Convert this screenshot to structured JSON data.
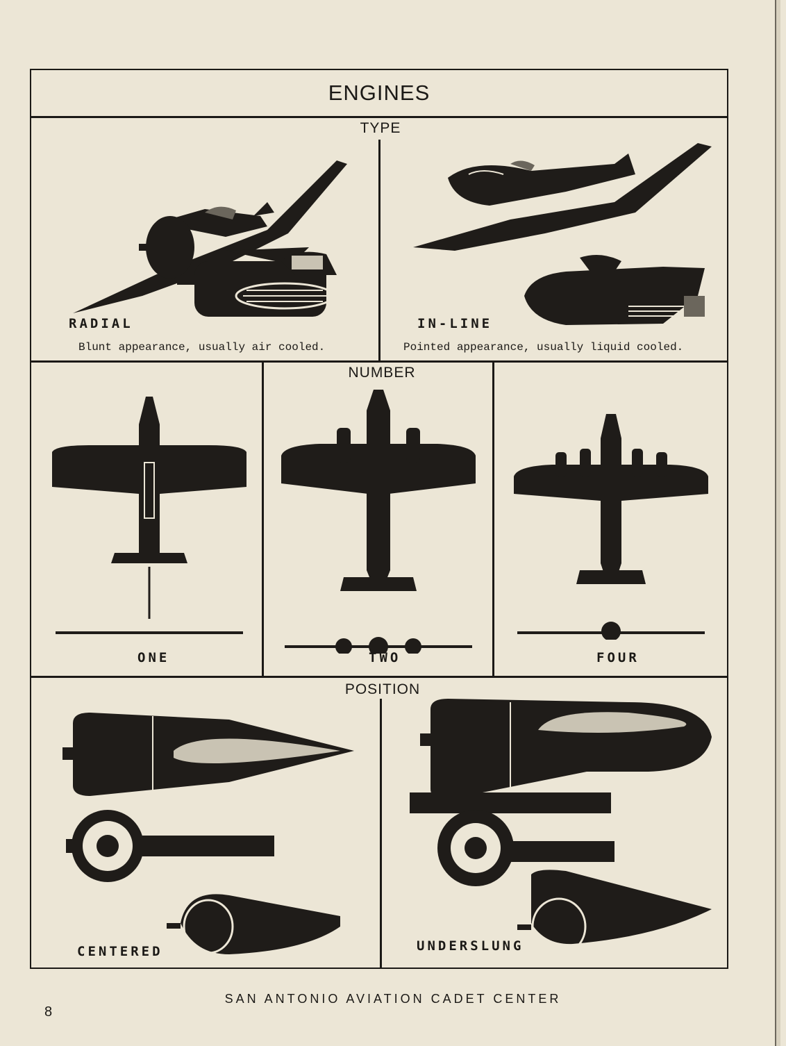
{
  "title": "ENGINES",
  "sections": {
    "type": {
      "heading": "TYPE",
      "radial": {
        "label": "RADIAL",
        "caption": "Blunt appearance, usually air cooled."
      },
      "inline": {
        "label": "IN-LINE",
        "caption": "Pointed appearance, usually liquid cooled."
      }
    },
    "number": {
      "heading": "NUMBER",
      "one": {
        "label": "ONE"
      },
      "two": {
        "label": "TWO"
      },
      "four": {
        "label": "FOUR"
      }
    },
    "position": {
      "heading": "POSITION",
      "centered": {
        "label": "CENTERED"
      },
      "underslung": {
        "label": "UNDERSLUNG"
      }
    }
  },
  "footer": "SAN ANTONIO AVIATION CADET CENTER",
  "page_number": "8",
  "icons": [
    "radial-fighter-icon",
    "inline-fighter-icon",
    "single-engine-plane-icon",
    "twin-engine-plane-icon",
    "four-engine-plane-icon",
    "engine-nacelle-icon"
  ]
}
